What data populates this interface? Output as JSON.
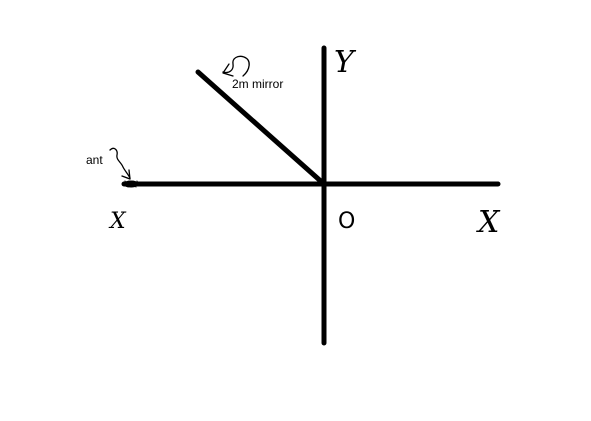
{
  "labels": {
    "mirror": "2m mirror",
    "ant": "ant",
    "origin": "O",
    "y_axis": "Y",
    "x_axis_right": "X",
    "x_axis_left": "X"
  },
  "colors": {
    "background": "#ffffff",
    "ink": "#000000"
  },
  "icons": {
    "mirror_pointer": "curly-arrow-icon",
    "ant_pointer": "squiggle-arrow-icon"
  }
}
